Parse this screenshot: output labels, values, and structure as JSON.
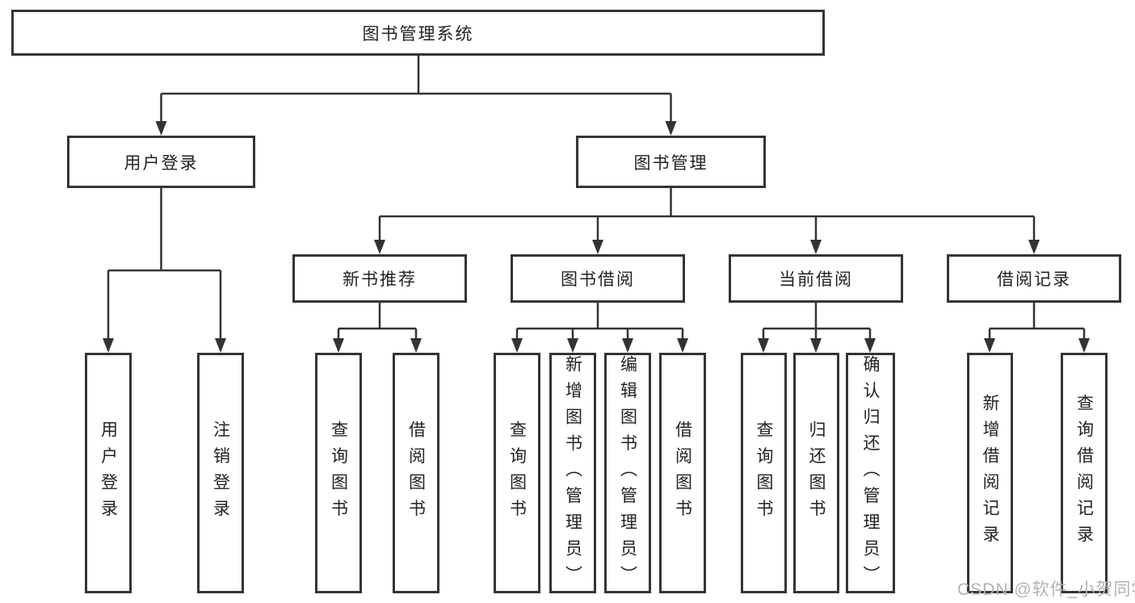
{
  "diagram": {
    "root": {
      "label": "图书管理系统"
    },
    "level2": [
      {
        "id": "user-login",
        "label": "用户登录"
      },
      {
        "id": "book-management",
        "label": "图书管理"
      }
    ],
    "level3": [
      {
        "id": "new-book-recommend",
        "parent": "图书管理",
        "label": "新书推荐"
      },
      {
        "id": "book-borrow",
        "parent": "图书管理",
        "label": "图书借阅"
      },
      {
        "id": "current-borrow",
        "parent": "图书管理",
        "label": "当前借阅"
      },
      {
        "id": "borrow-records",
        "parent": "图书管理",
        "label": "借阅记录"
      }
    ],
    "leaves": [
      {
        "parent": "用户登录",
        "label": "用户登录"
      },
      {
        "parent": "用户登录",
        "label": "注销登录"
      },
      {
        "parent": "新书推荐",
        "label": "查询图书"
      },
      {
        "parent": "新书推荐",
        "label": "借阅图书"
      },
      {
        "parent": "图书借阅",
        "label": "查询图书"
      },
      {
        "parent": "图书借阅",
        "label": "新增图书（管理员）"
      },
      {
        "parent": "图书借阅",
        "label": "编辑图书（管理员）"
      },
      {
        "parent": "图书借阅",
        "label": "借阅图书"
      },
      {
        "parent": "当前借阅",
        "label": "查询图书"
      },
      {
        "parent": "当前借阅",
        "label": "归还图书"
      },
      {
        "parent": "当前借阅",
        "label": "确认归还（管理员）"
      },
      {
        "parent": "借阅记录",
        "label": "新增借阅记录"
      },
      {
        "parent": "借阅记录",
        "label": "查询借阅记录"
      }
    ],
    "watermark": "CSDN @软件_小贺同学",
    "colors": {
      "line": "#333333",
      "border": "#343434",
      "text": "#222222",
      "watermark": "#b2b2b2",
      "background": "#ffffff"
    }
  }
}
